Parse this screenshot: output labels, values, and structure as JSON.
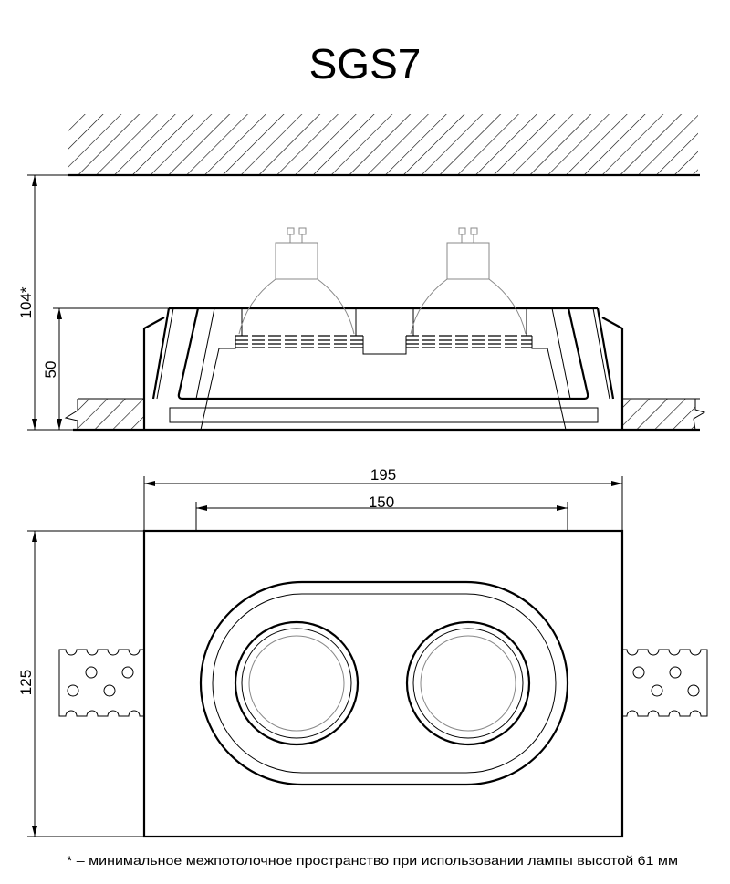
{
  "title": "SGS7",
  "dimensions": {
    "total_height": "104*",
    "body_height": "50",
    "outer_width": "195",
    "cutout_width": "150",
    "depth": "125"
  },
  "footnote": "* – минимальное межпотолочное пространство при использовании лампы высотой 61 мм",
  "colors": {
    "line": "#000000",
    "lamp": "#888888"
  }
}
